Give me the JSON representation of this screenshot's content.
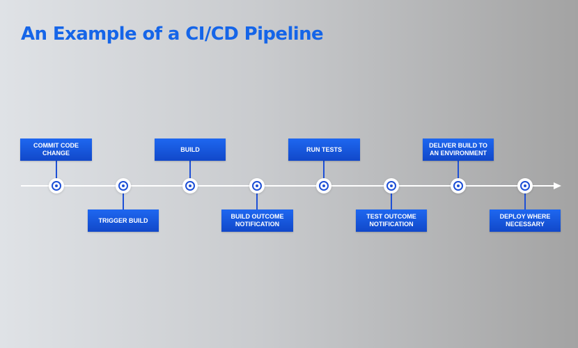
{
  "title": "An Example of a CI/CD Pipeline",
  "stages": [
    {
      "label": "COMMIT CODE CHANGE",
      "position": "above"
    },
    {
      "label": "TRIGGER BUILD",
      "position": "below"
    },
    {
      "label": "BUILD",
      "position": "above"
    },
    {
      "label": "BUILD OUTCOME NOTIFICATION",
      "position": "below"
    },
    {
      "label": "RUN TESTS",
      "position": "above"
    },
    {
      "label": "TEST OUTCOME NOTIFICATION",
      "position": "below"
    },
    {
      "label": "DELIVER BUILD TO AN ENVIRONMENT",
      "position": "above"
    },
    {
      "label": "DEPLOY WHERE NECESSARY",
      "position": "below"
    }
  ],
  "colors": {
    "title": "#1565e8",
    "stage_box": "#1a5be6",
    "connector": "#1d4fd6",
    "timeline": "#ffffff"
  }
}
